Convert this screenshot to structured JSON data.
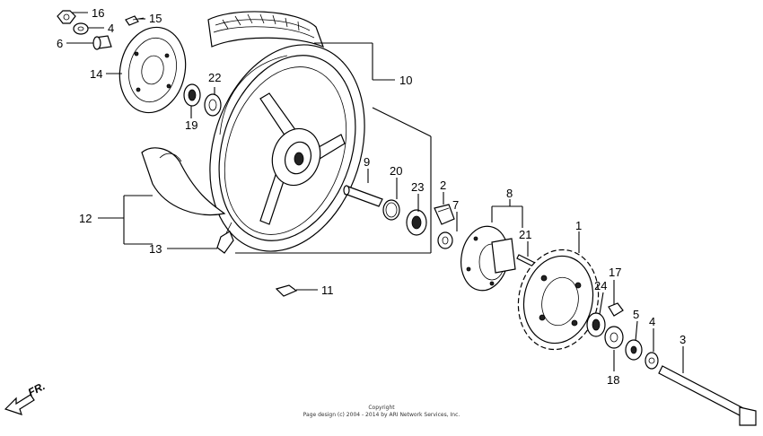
{
  "callouts": {
    "n1": "1",
    "n2": "2",
    "n3": "3",
    "n4a": "4",
    "n4b": "4",
    "n5": "5",
    "n6": "6",
    "n7": "7",
    "n8": "8",
    "n9": "9",
    "n10": "10",
    "n11": "11",
    "n12": "12",
    "n13": "13",
    "n14": "14",
    "n15": "15",
    "n16": "16",
    "n17": "17",
    "n18": "18",
    "n19": "19",
    "n20": "20",
    "n21": "21",
    "n22": "22",
    "n23": "23",
    "n24": "24"
  },
  "direction_label": "FR.",
  "footer": {
    "line1": "Copyright",
    "line2": "Page design (c) 2004 - 2014 by ARI Network Services, Inc."
  }
}
